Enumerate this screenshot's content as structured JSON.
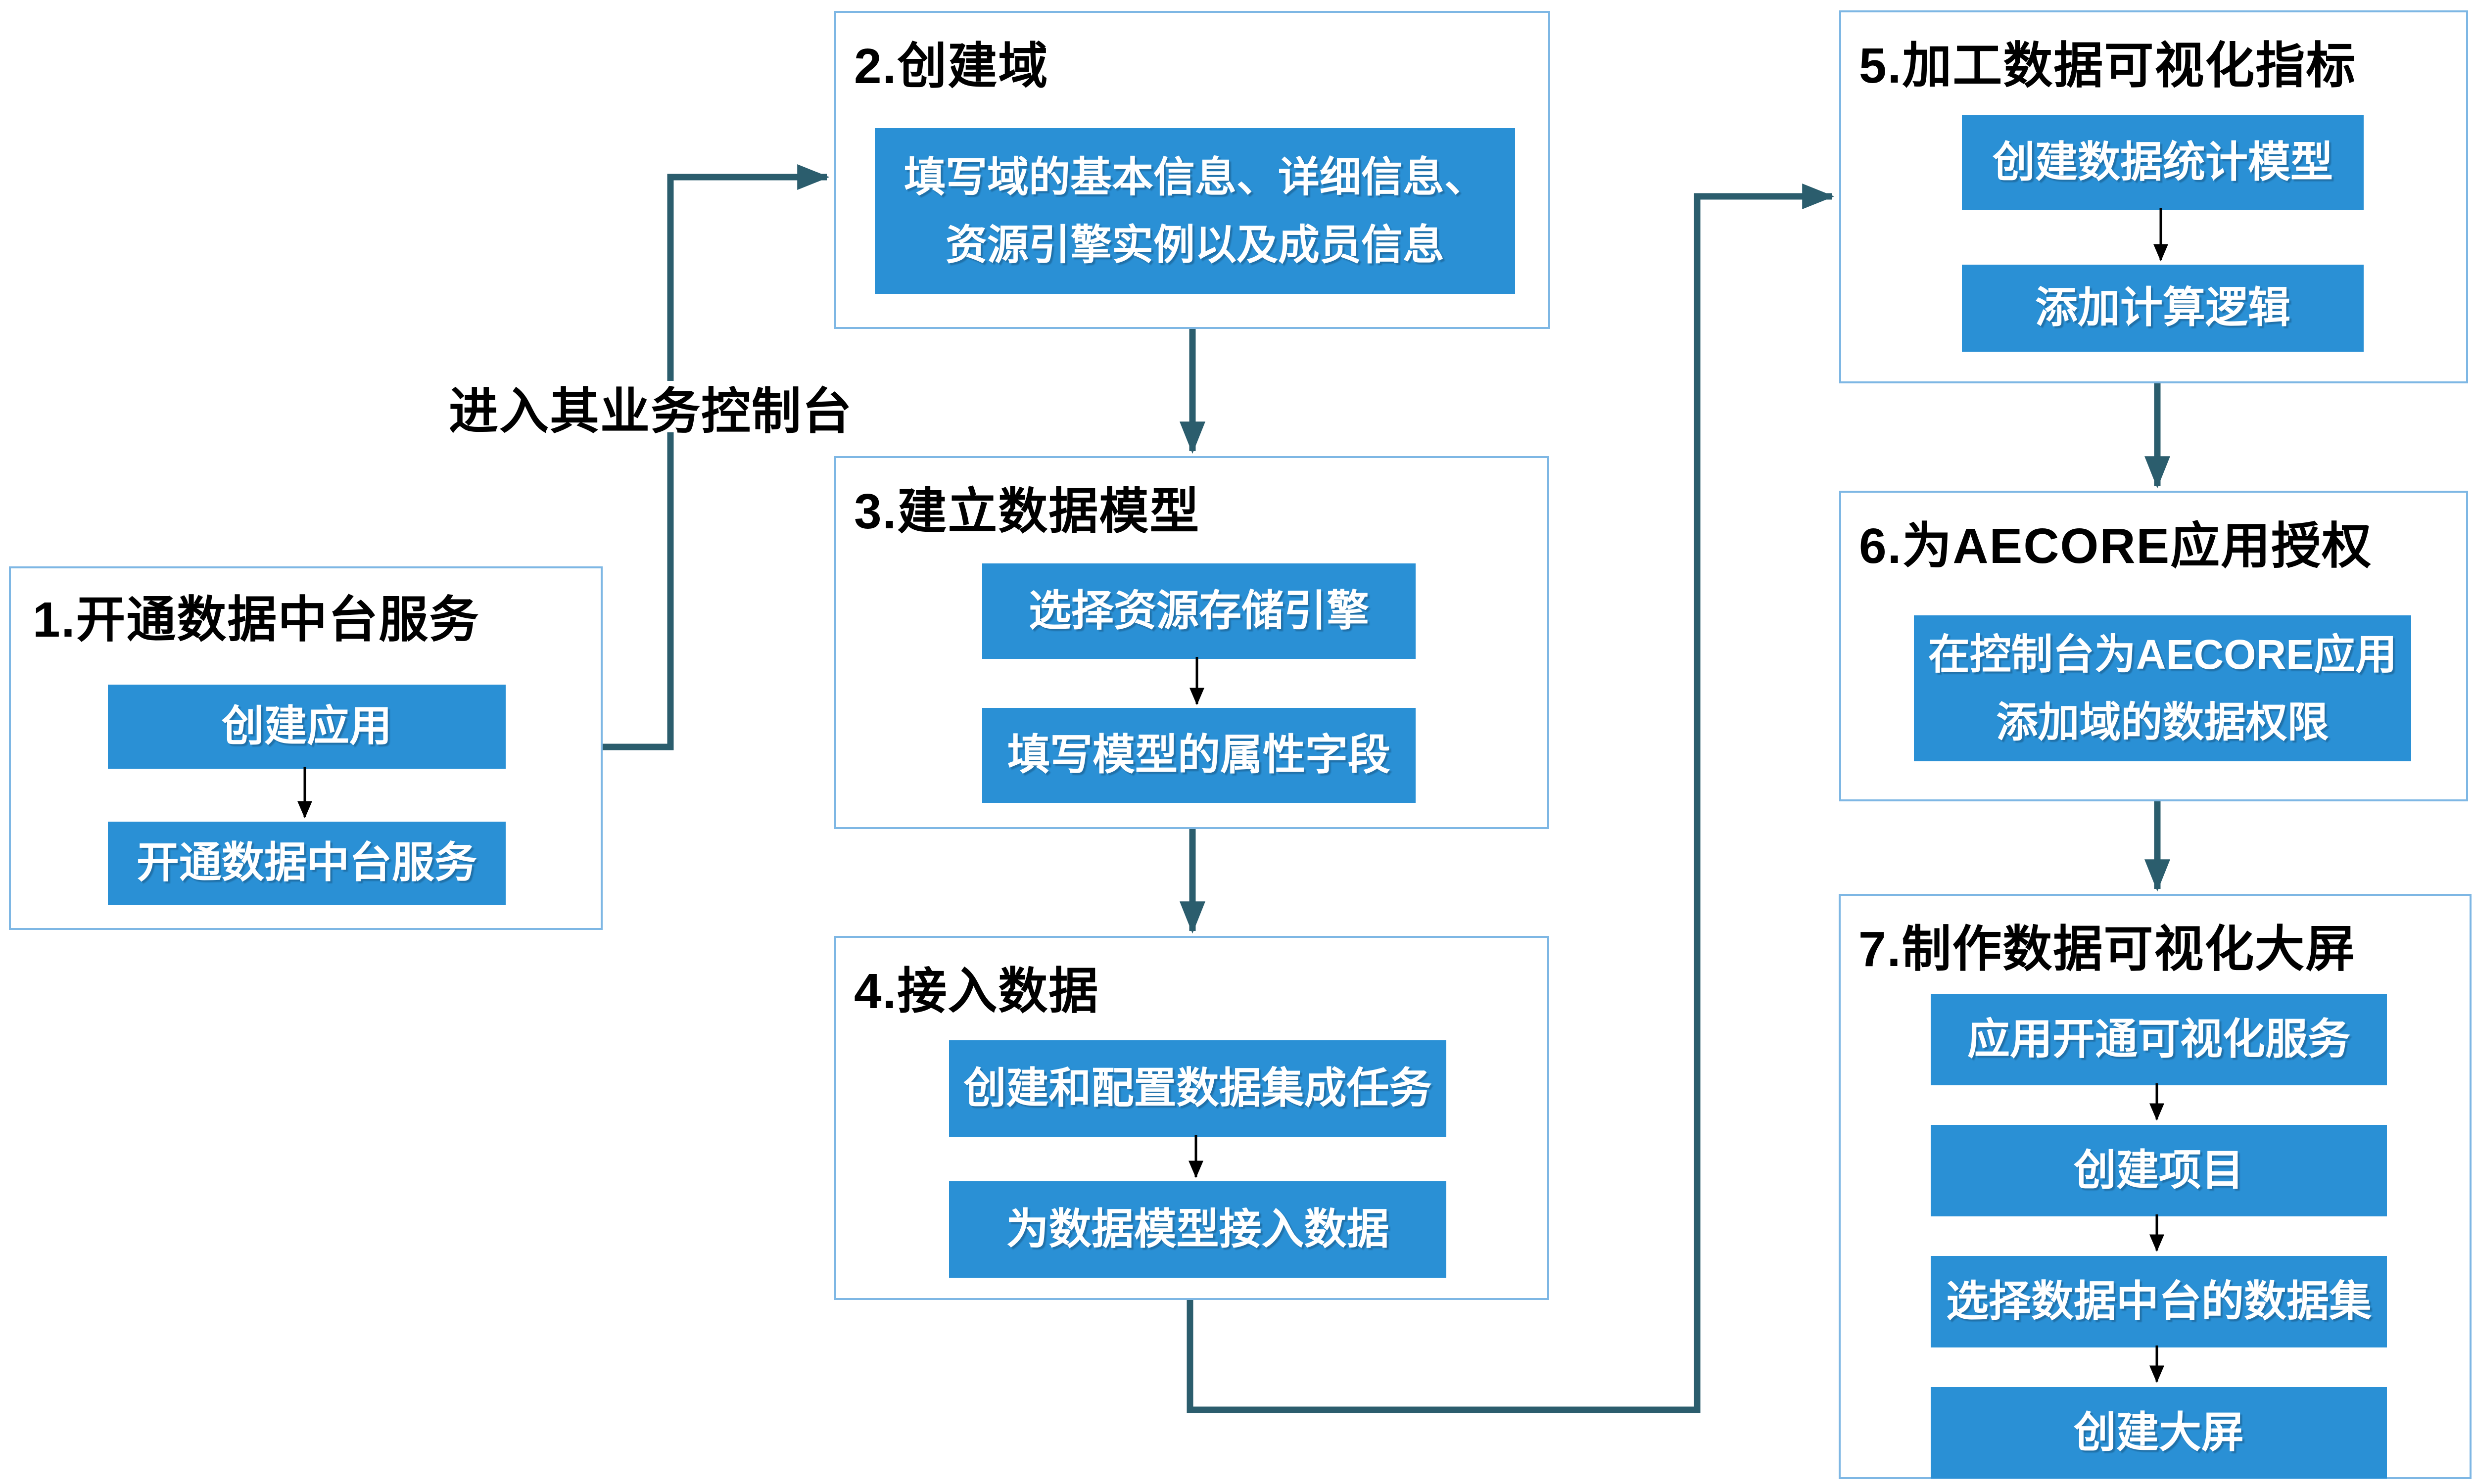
{
  "colors": {
    "process_box_blue": "#2A90D5",
    "connector_teal": "#2B5D6D",
    "container_border_blue": "#7EB7E4",
    "title_text": "#000000",
    "process_box_text": "#FFFFFF",
    "background": "#FFFFFF"
  },
  "connector_label": "进入其业务控制台",
  "steps": [
    {
      "title": "1.开通数据中台服务",
      "boxes": [
        {
          "lines": [
            "创建应用"
          ]
        },
        {
          "lines": [
            "开通数据中台服务"
          ]
        }
      ]
    },
    {
      "title": "2.创建域",
      "boxes": [
        {
          "lines": [
            "填写域的基本信息、详细信息、",
            "资源引擎实例以及成员信息"
          ]
        }
      ]
    },
    {
      "title": "3.建立数据模型",
      "boxes": [
        {
          "lines": [
            "选择资源存储引擎"
          ]
        },
        {
          "lines": [
            "填写模型的属性字段"
          ]
        }
      ]
    },
    {
      "title": "4.接入数据",
      "boxes": [
        {
          "lines": [
            "创建和配置数据集成任务"
          ]
        },
        {
          "lines": [
            "为数据模型接入数据"
          ]
        }
      ]
    },
    {
      "title": "5.加工数据可视化指标",
      "boxes": [
        {
          "lines": [
            "创建数据统计模型"
          ]
        },
        {
          "lines": [
            "添加计算逻辑"
          ]
        }
      ]
    },
    {
      "title": "6.为AECORE应用授权",
      "boxes": [
        {
          "lines": [
            "在控制台为AECORE应用",
            "添加域的数据权限"
          ]
        }
      ]
    },
    {
      "title": "7.制作数据可视化大屏",
      "boxes": [
        {
          "lines": [
            "应用开通可视化服务"
          ]
        },
        {
          "lines": [
            "创建项目"
          ]
        },
        {
          "lines": [
            "选择数据中台的数据集"
          ]
        },
        {
          "lines": [
            "创建大屏"
          ]
        }
      ]
    }
  ]
}
